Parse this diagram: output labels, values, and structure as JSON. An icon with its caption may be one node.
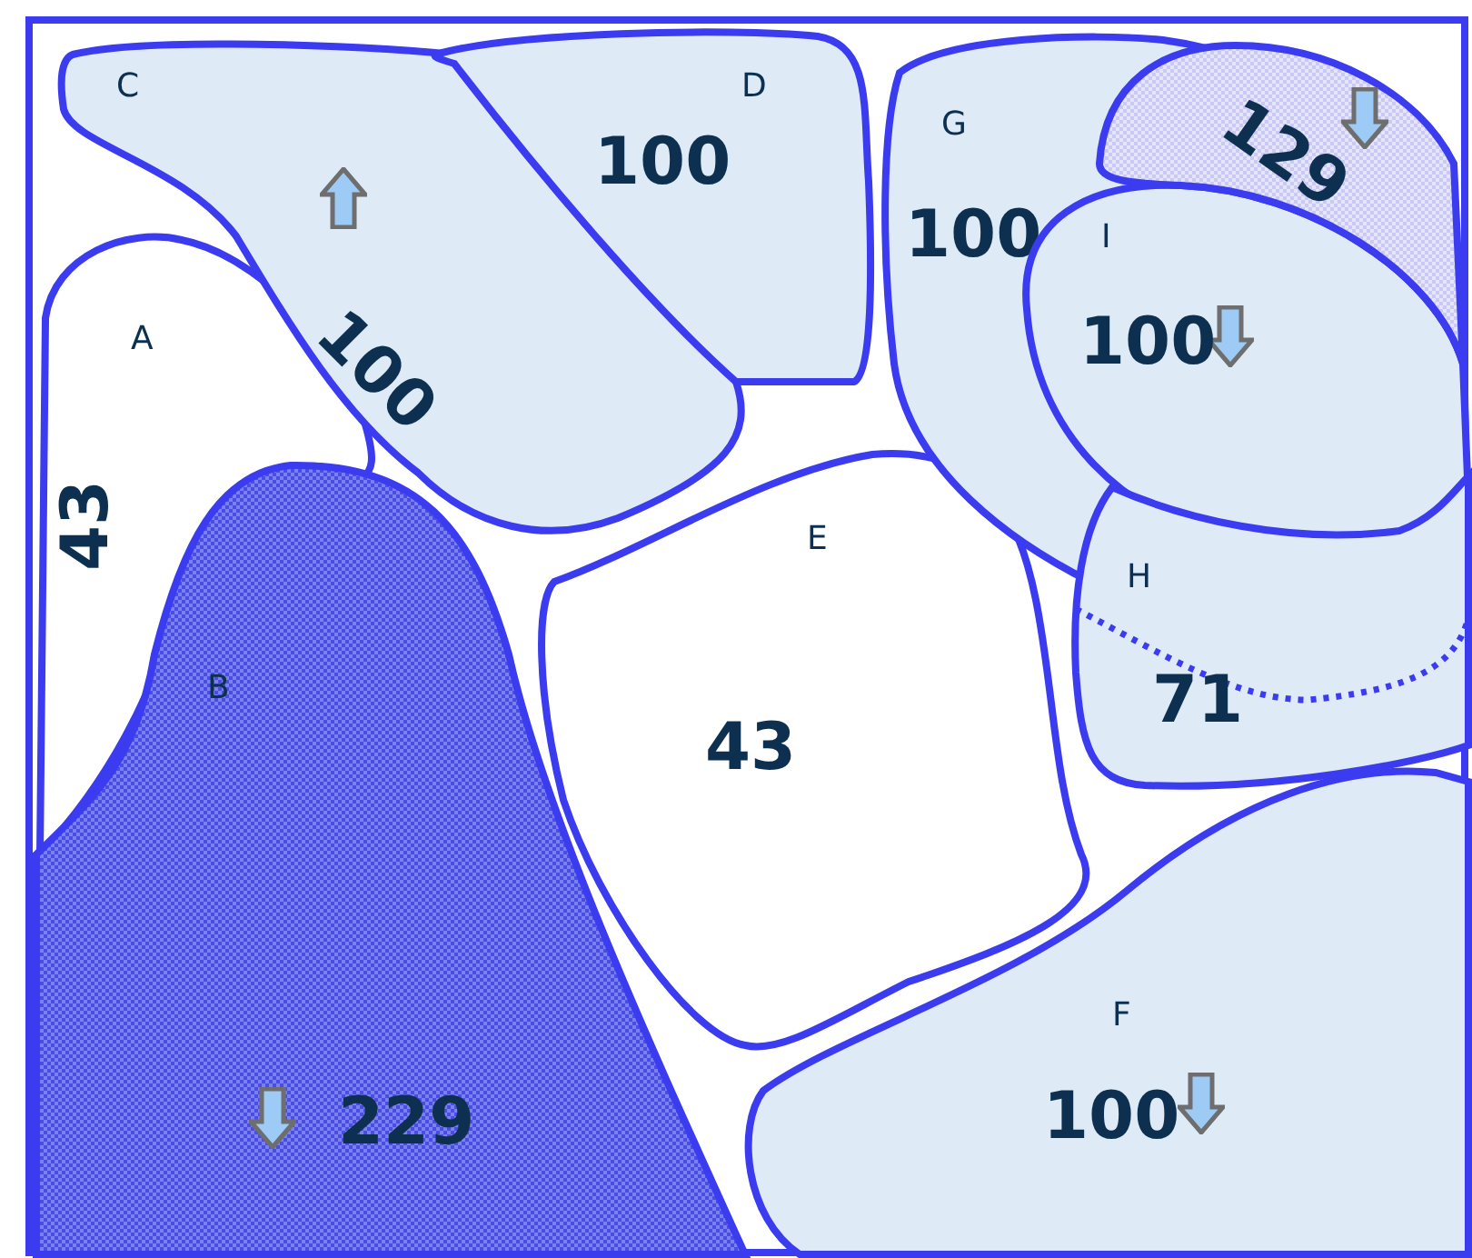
{
  "diagram": {
    "nodes": [
      {
        "text": [
          "A",
          "43"
        ]
      },
      {
        "text": [
          "B",
          "229"
        ]
      },
      {
        "text": [
          "C",
          "100"
        ]
      },
      {
        "text": [
          "D",
          "100"
        ]
      },
      {
        "text": [
          "E",
          "43"
        ]
      },
      {
        "text": [
          "F",
          "100"
        ]
      },
      {
        "text": [
          "G",
          "100"
        ]
      },
      {
        "text": [
          "H",
          "71"
        ]
      },
      {
        "text": [
          "I",
          "100"
        ],
        "in": 6
      },
      {
        "text": [
          "129"
        ],
        "in": 6
      }
    ]
  }
}
